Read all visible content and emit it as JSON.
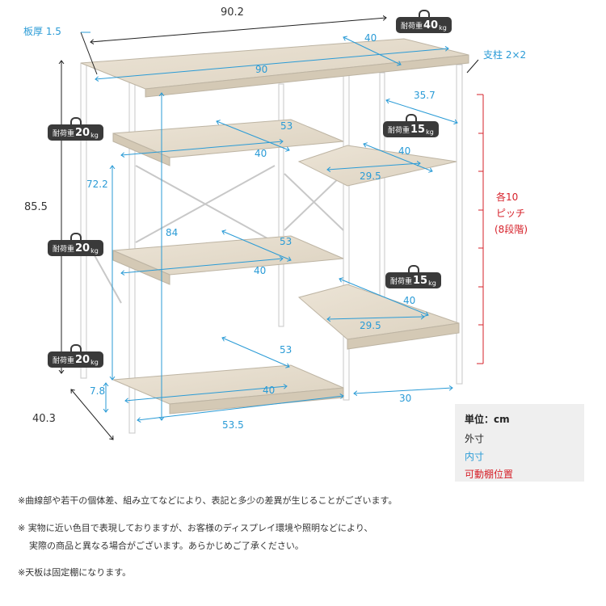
{
  "weights": {
    "top": {
      "prefix": "耐荷重",
      "num": "40",
      "unit": "kg"
    },
    "left_upper": {
      "prefix": "耐荷重",
      "num": "20",
      "unit": "kg"
    },
    "left_middle": {
      "prefix": "耐荷重",
      "num": "20",
      "unit": "kg"
    },
    "left_lower": {
      "prefix": "耐荷重",
      "num": "20",
      "unit": "kg"
    },
    "right_upper": {
      "prefix": "耐荷重",
      "num": "15",
      "unit": "kg"
    },
    "right_lower": {
      "prefix": "耐荷重",
      "num": "15",
      "unit": "kg"
    }
  },
  "outer_dims": {
    "width": "90.2",
    "height": "85.5",
    "depth": "40.3"
  },
  "inner_dims": {
    "top_depth": "40",
    "top_width": "90",
    "right_post_gap": "35.7",
    "shelf1_width": "53",
    "shelf1_depth": "40",
    "left_height": "72.2",
    "center_height": "84",
    "shelf2_width": "53",
    "shelf2_depth": "40",
    "shelf3_width": "53",
    "shelf3_depth": "40",
    "bottom_clearance": "7.8",
    "bottom_width": "53.5",
    "right_bottom_width": "30",
    "rshelf1_depth": "40",
    "rshelf1_width": "29.5",
    "rshelf2_depth": "40",
    "rshelf2_width": "29.5"
  },
  "notes_labels": {
    "board_thickness": "板厚 1.5",
    "post": "支柱 2×2",
    "pitch_line1": "各10",
    "pitch_line2": "ピッチ",
    "pitch_line3": "(8段階)"
  },
  "legend": {
    "title": "単位：cm",
    "outer": "外寸",
    "inner": "内寸",
    "movable": "可動棚位置",
    "colors": {
      "outer": "#222222",
      "inner": "#2a9bd6",
      "movable": "#d6212a"
    }
  },
  "footnotes": [
    "※曲線部や若干の個体差、組み立てなどにより、表記と多少の差異が生じることがございます。",
    "※ 実物に近い色目で表現しておりますが、お客様のディスプレイ環境や照明などにより、",
    "実際の商品と異なる場合がございます。あらかじめご了承ください。",
    "※天板は固定棚になります。"
  ]
}
